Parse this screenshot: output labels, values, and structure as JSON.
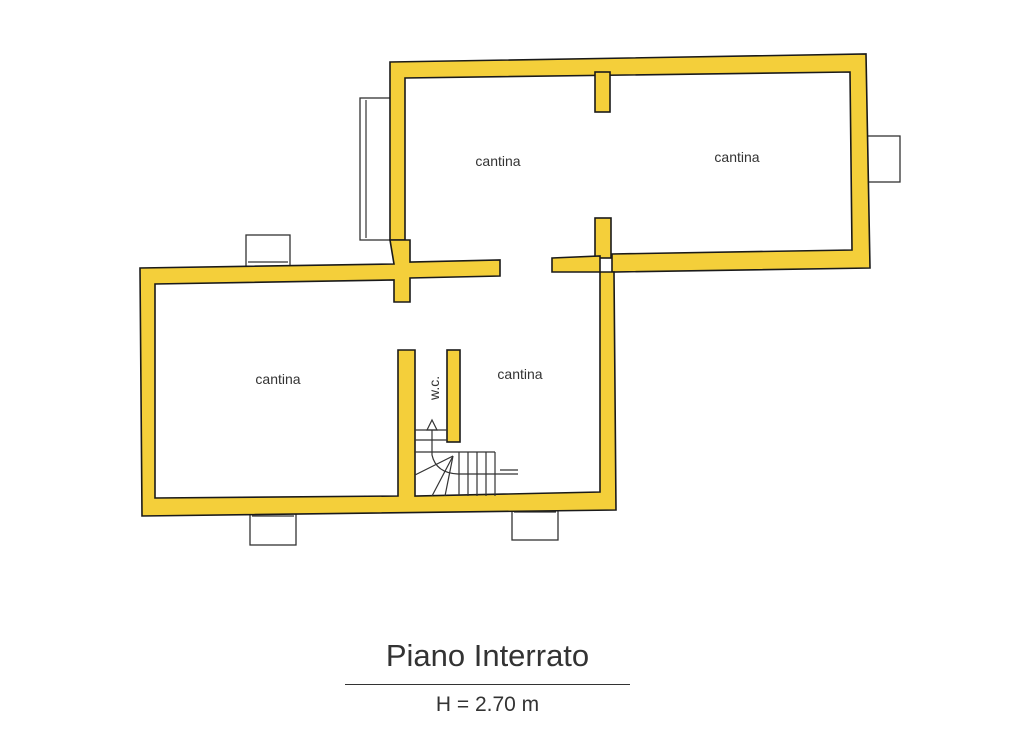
{
  "plan": {
    "title": "Piano Interrato",
    "height_label": "H = 2.70 m",
    "rooms": [
      {
        "label": "cantina"
      },
      {
        "label": "cantina"
      },
      {
        "label": "cantina"
      },
      {
        "label": "cantina"
      }
    ],
    "wc_label": "w.c.",
    "wall_color": "#f4cf3a"
  }
}
